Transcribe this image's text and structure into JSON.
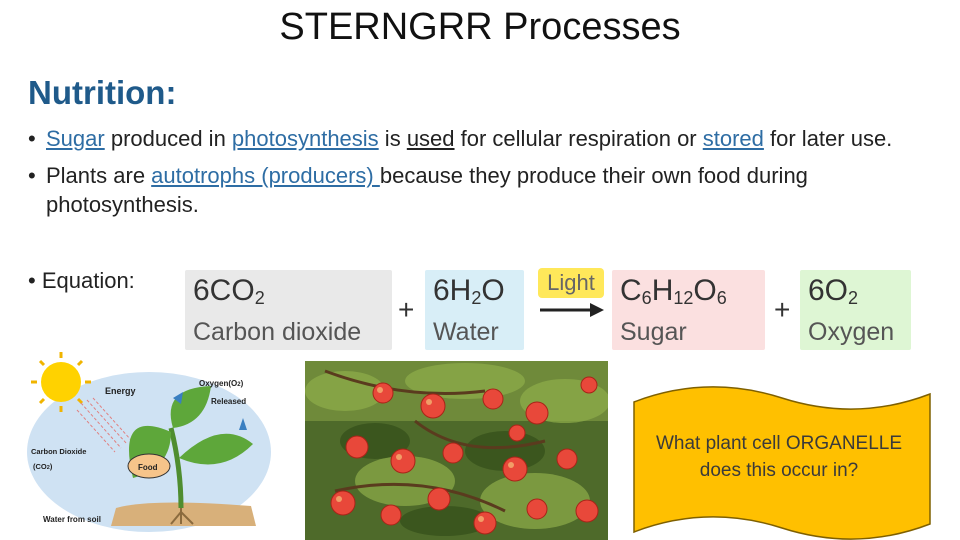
{
  "title": "STERNGRR Processes",
  "heading": "Nutrition:",
  "bullet1": {
    "sugar": "Sugar",
    "t1": " produced in ",
    "photosynthesis": "photosynthesis",
    "t2": " is ",
    "used": "used",
    "t3": " for cellular respiration or ",
    "stored": "stored",
    "t4": " for later use."
  },
  "bullet2": {
    "t1": "Plants are ",
    "autotrophs": "autotrophs (producers) ",
    "t2": "because they produce their own food during photosynthesis."
  },
  "bullet3": "Equation:",
  "equation": {
    "co2": {
      "coef": "6CO",
      "sub": "2",
      "name": "Carbon dioxide",
      "color": "#e9e9e9"
    },
    "h2o": {
      "coef": "6H",
      "sub": "2",
      "tail": "O",
      "name": "Water",
      "color": "#d8eef7"
    },
    "light": "Light",
    "sugar": {
      "c": "C",
      "s6a": "6",
      "h": "H",
      "s12": "12",
      "o": "O",
      "s6b": "6",
      "name": "Sugar",
      "color": "#fbe0e0"
    },
    "o2": {
      "coef": "6O",
      "sub": "2",
      "name": "Oxygen",
      "color": "#def6d4"
    },
    "plus": "+"
  },
  "diagram": {
    "energy": "Energy",
    "oxygen": "Oxygen(O",
    "oxygen_sub": "2",
    "oxygen_close": ")",
    "released": "Released",
    "carbon_dioxide": "Carbon Dioxide",
    "co2_short": "(CO",
    "co2_sub": "2",
    "co2_close": ")",
    "food": "Food",
    "water": "Water from soil"
  },
  "question": "What plant cell ORGANELLE does this occur in?"
}
